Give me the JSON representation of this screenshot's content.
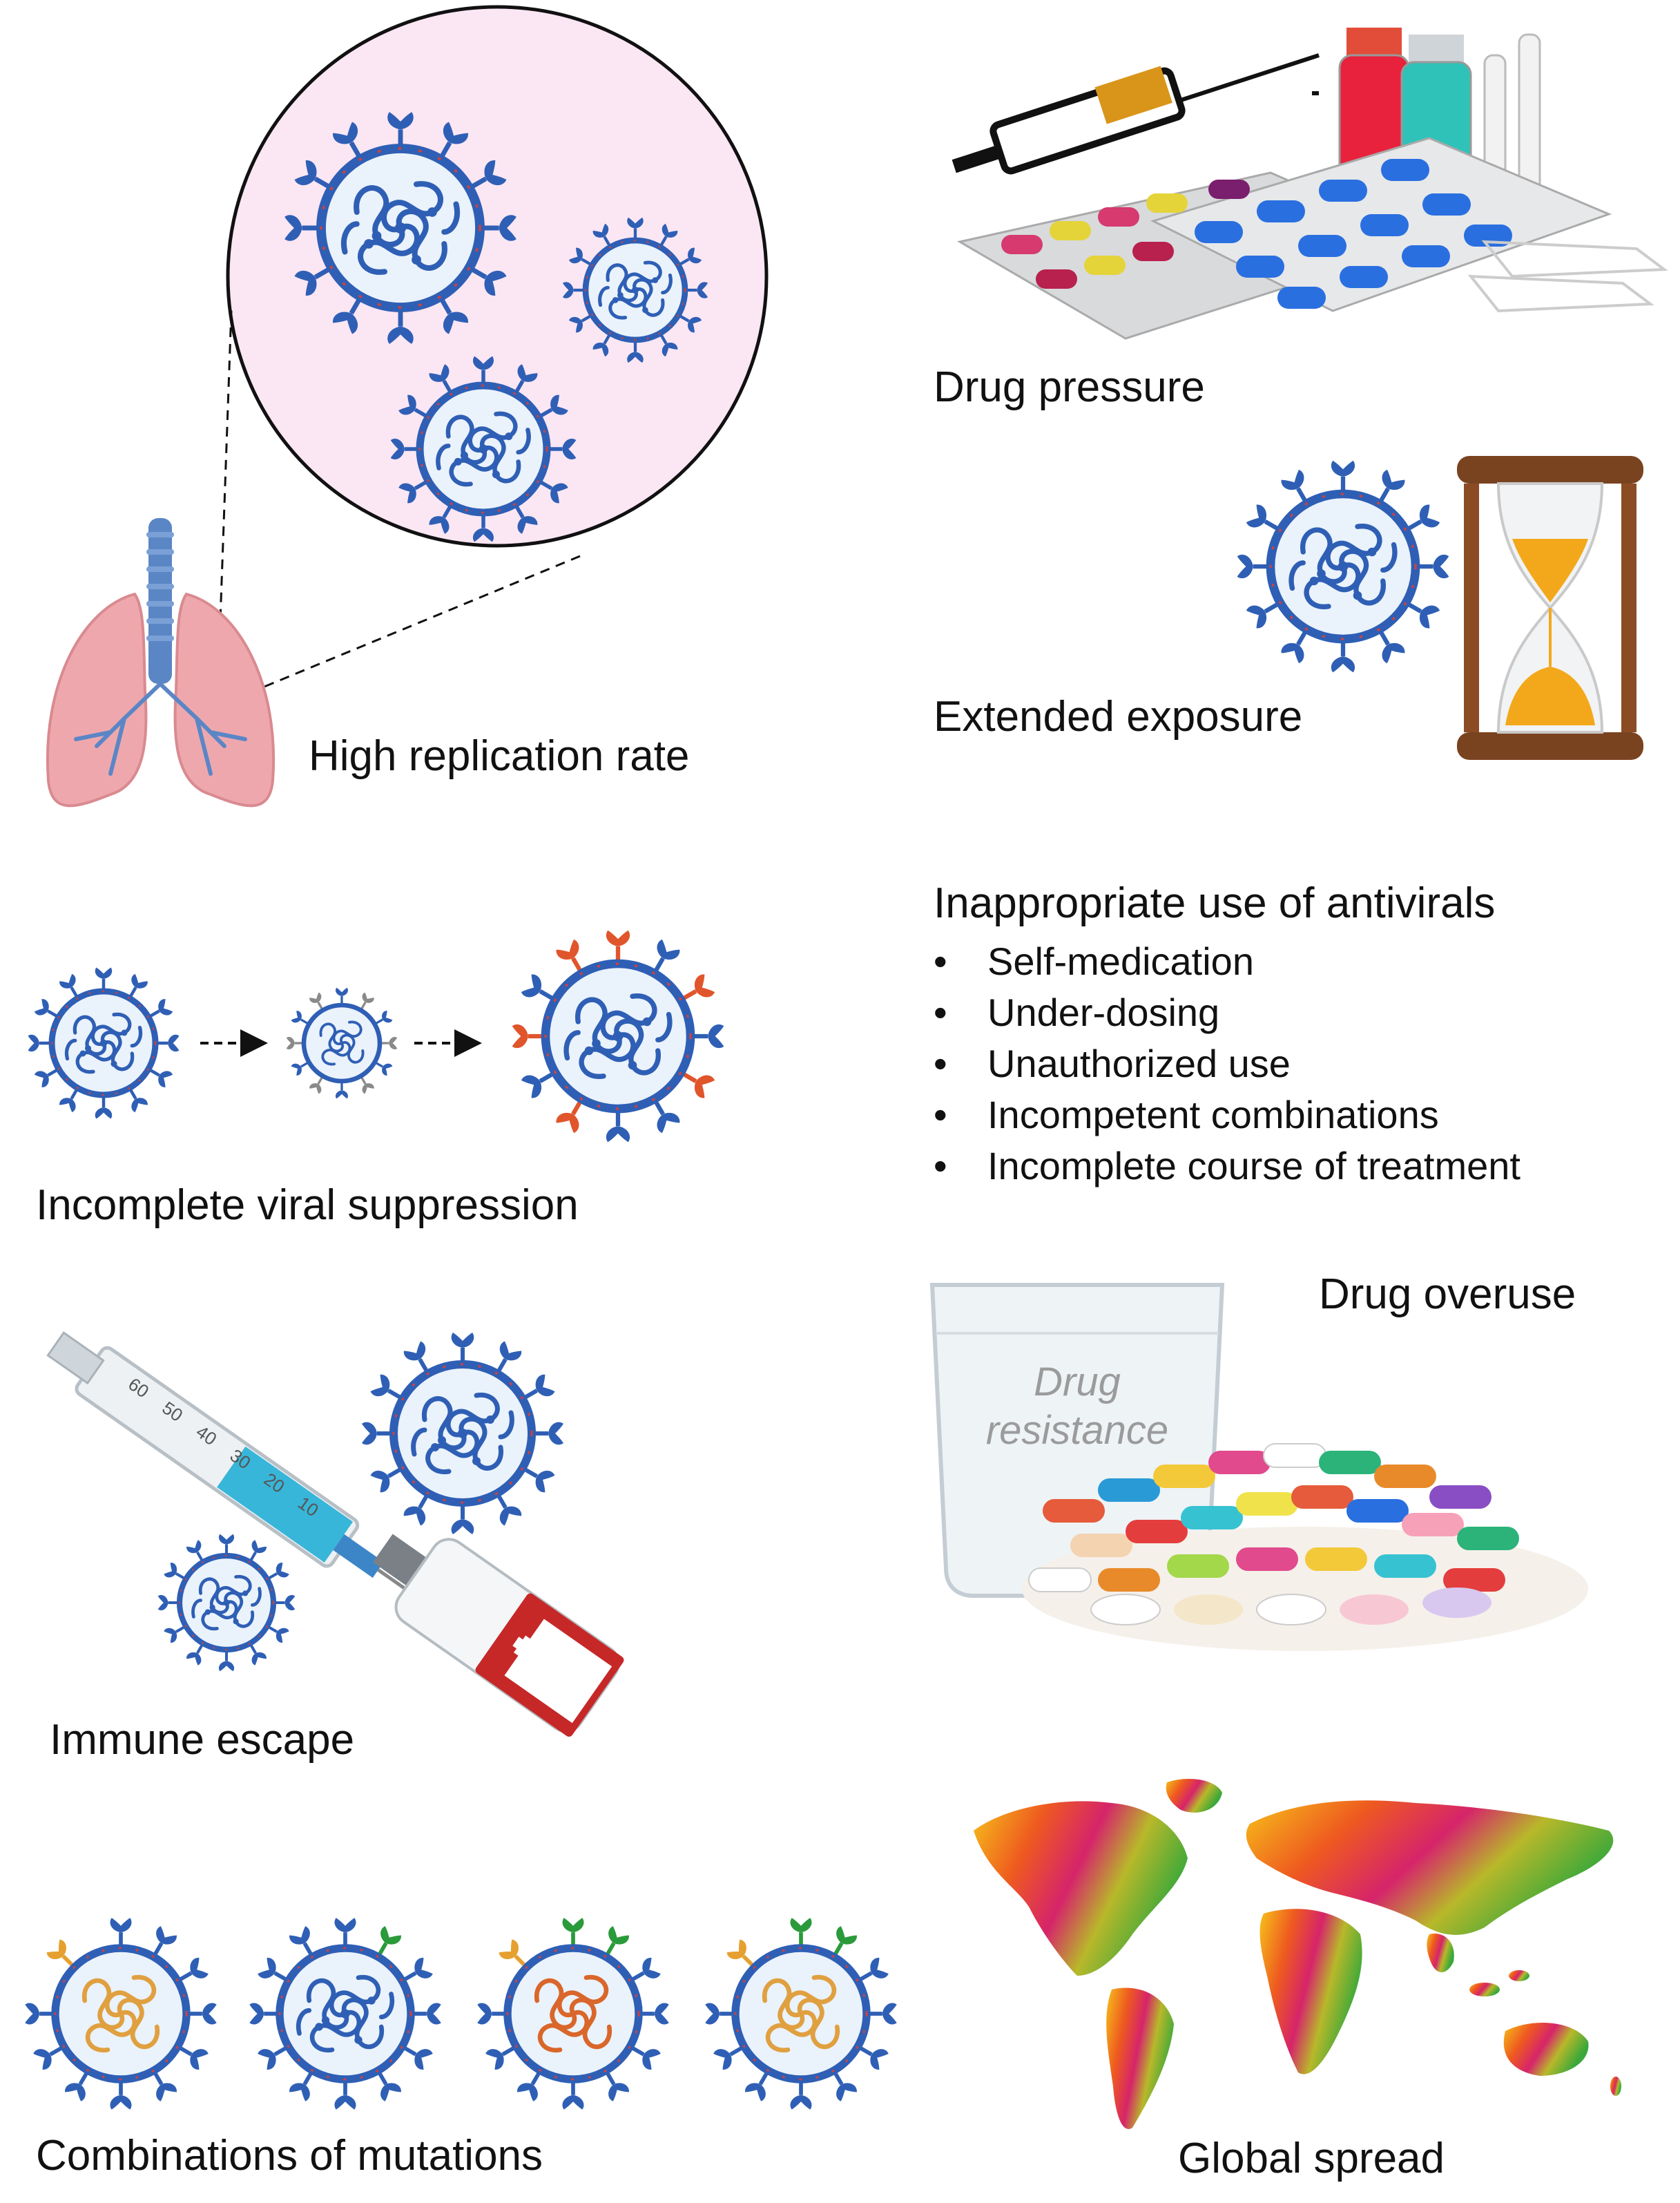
{
  "labels": {
    "high_replication": "High replication rate",
    "drug_pressure": "Drug pressure",
    "extended_exposure": "Extended exposure",
    "inappropriate_title": "Inappropriate use of antivirals",
    "incomplete_suppression": "Incomplete viral suppression",
    "drug_overuse": "Drug overuse",
    "immune_escape": "Immune escape",
    "combinations": "Combinations of mutations",
    "global_spread": "Global spread"
  },
  "inappropriate_items": [
    "Self-medication",
    "Under-dosing",
    "Unauthorized use",
    "Incompetent combinations",
    "Incomplete course of treatment"
  ],
  "bullet_char": "•",
  "glass_text": {
    "line1": "Drug",
    "line2": "resistance"
  },
  "syringe_scale": [
    "60",
    "50",
    "40",
    "30",
    "20",
    "10"
  ],
  "icons": {
    "virus": "virus-icon",
    "lungs": "lungs-icon",
    "syringe": "syringe-icon",
    "vial": "vial-icon",
    "pills": "pills-icon",
    "hourglass": "hourglass-icon",
    "glass": "glass-icon",
    "world_map": "world-map-icon",
    "arrow": "dashed-arrow-icon"
  },
  "colors": {
    "virus_blue": "#2f5fb5",
    "virus_fill": "#eaf2fb",
    "virus_red_spike": "#e0552b",
    "virus_grey_spike": "#8a8a8a",
    "virus_orange_rna": "#e0a040",
    "virus_green_spike": "#2a9a3a",
    "lung_pink": "#eea8ad",
    "zoom_circle_fill": "#fbe6f3"
  }
}
